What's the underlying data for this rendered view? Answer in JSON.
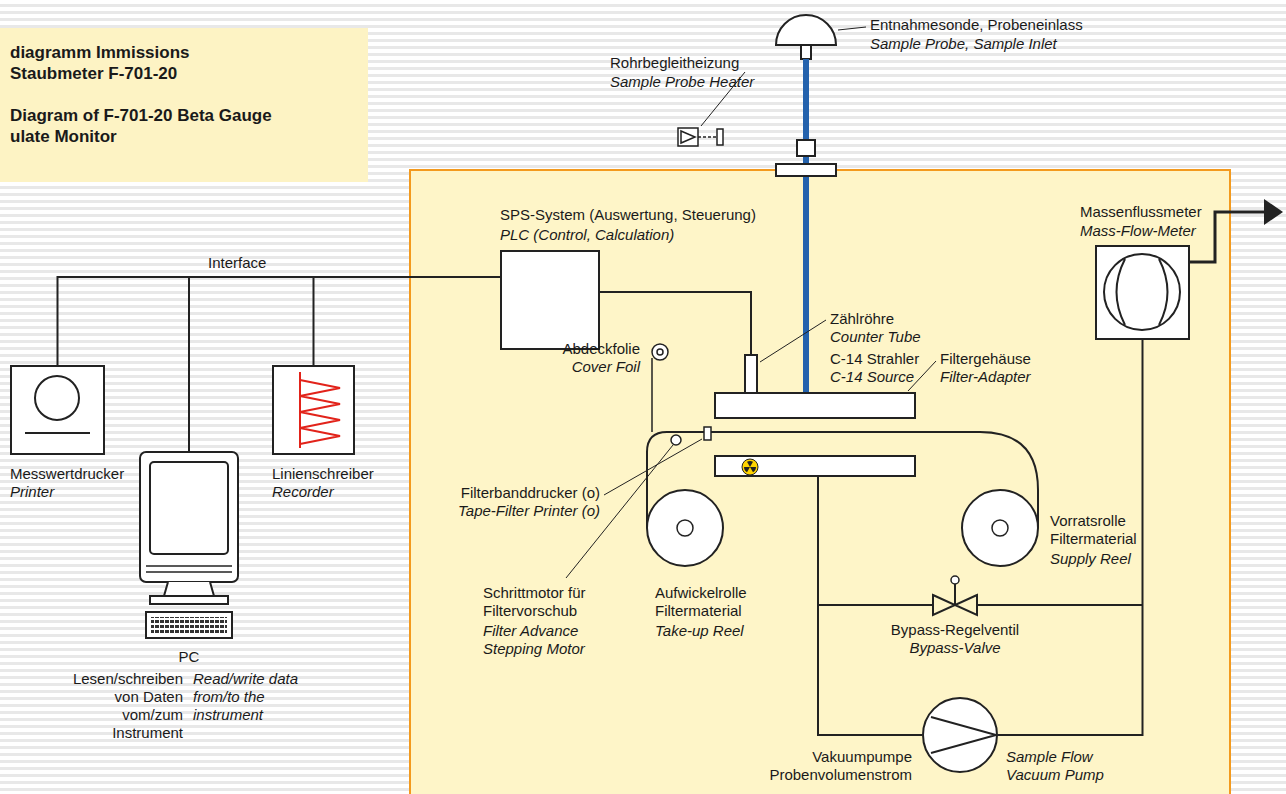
{
  "diagram": {
    "nodes": [
      {
        "text": [
          "diagramm Immissions Staubmeter F-701-20",
          "Diagram of F-701-20 Beta Gauge ulate Monitor"
        ]
      },
      {
        "text": [
          "Messwertdrucker",
          "Printer"
        ]
      },
      {
        "text": [
          "PC",
          "Lesen/schreiben von Daten vom/zum Instrument",
          "Read/write data from/to the instrument"
        ]
      },
      {
        "text": [
          "Linienschreiber",
          "Recorder"
        ]
      },
      {
        "text": [
          "SPS-System (Auswertung, Steuerung)",
          "PLC (Control, Calculation)"
        ]
      },
      {
        "text": [
          "Massenflussmeter",
          "Mass-Flow-Meter"
        ]
      },
      {
        "text": [
          "Vakuumpumpe Probenvolumenstrom",
          "Sample Flow Vacuum Pump"
        ]
      },
      {
        "text": [
          "Bypass-Regelventil",
          "Bypass-Valve"
        ]
      }
    ],
    "edges": [
      {
        "from": 4,
        "to": 1,
        "arrow": "none"
      },
      {
        "from": 4,
        "to": 2,
        "arrow": "none"
      },
      {
        "from": 4,
        "to": 3,
        "arrow": "none"
      },
      {
        "from": 6,
        "to": 5,
        "arrow": "none"
      }
    ],
    "labels": [
      "Rohrbegleitheizung",
      "Sample Probe Heater",
      "Entnahmesonde, Probeneinlass",
      "Sample Probe, Sample Inlet",
      "Interface",
      "Zählröhre",
      "Counter Tube",
      "C-14 Strahler",
      "C-14 Source",
      "Filtergehäuse",
      "Filter-Adapter",
      "Abdeckfolie",
      "Cover Foil",
      "Filterbanddrucker (o)",
      "Tape-Filter Printer (o)",
      "Schrittmotor für Filtervorschub",
      "Filter Advance Stepping Motor",
      "Aufwickelrolle Filtermaterial",
      "Take-up Reel",
      "Vorratsrolle Filtermaterial",
      "Supply Reel"
    ]
  }
}
